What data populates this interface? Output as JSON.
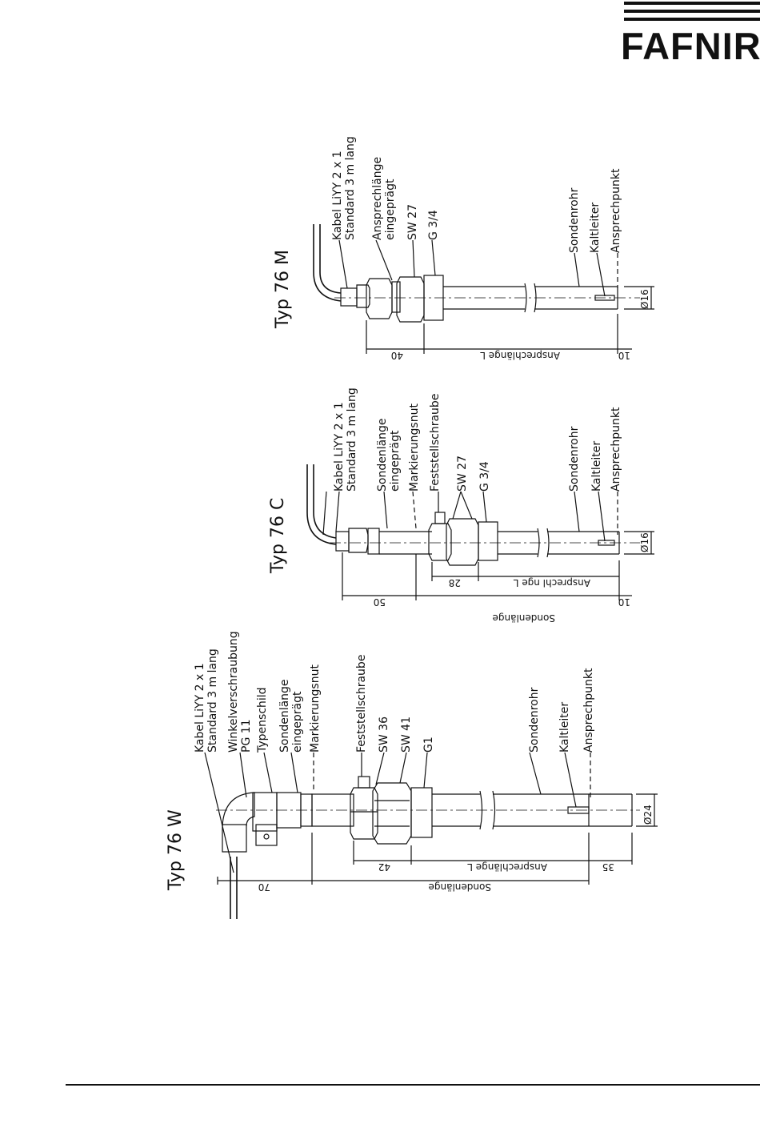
{
  "brand": {
    "logo_text": "FAFNIR"
  },
  "probes": [
    {
      "title": "Typ 76 W",
      "labels": [
        "Kabel LiYY 2 x 1",
        "Standard 3 m lang",
        "Winkelverschraubung",
        "PG 11",
        "Typenschild",
        "Sondenlänge",
        "eingeprägt",
        "Markierungsnut",
        "Feststellschraube",
        "SW 36",
        "SW 41",
        "G1",
        "Sondenrohr",
        "Kaltleiter",
        "Ansprechpunkt"
      ],
      "dimensions": {
        "top": "70",
        "clamp": "42",
        "response": "Ansprechlänge L",
        "tip": "35",
        "total": "Sondenlänge",
        "diameter": "Ø24"
      }
    },
    {
      "title": "Typ 76 C",
      "labels": [
        "Kabel LiYY 2 x 1",
        "Standard 3 m lang",
        "Sondenlänge",
        "eingeprägt",
        "Markierungsnut",
        "Feststellschraube",
        "SW 27",
        "G 3/4",
        "Sondenrohr",
        "Kaltleiter",
        "Ansprechpunkt"
      ],
      "dimensions": {
        "top": "50",
        "clamp": "28",
        "response": "Ansprechl nge L",
        "tip": "10",
        "total": "Sondenlänge",
        "diameter": "Ø16"
      }
    },
    {
      "title": "Typ 76 M",
      "labels": [
        "Kabel LiYY 2 x 1",
        "Standard 3 m lang",
        "Ansprechlänge",
        "eingeprägt",
        "SW 27",
        "G 3/4",
        "Sondenrohr",
        "Kaltleiter",
        "Ansprechpunkt"
      ],
      "dimensions": {
        "top": "40",
        "response": "Ansprechlänge L",
        "tip": "10",
        "diameter": "Ø16"
      }
    }
  ]
}
